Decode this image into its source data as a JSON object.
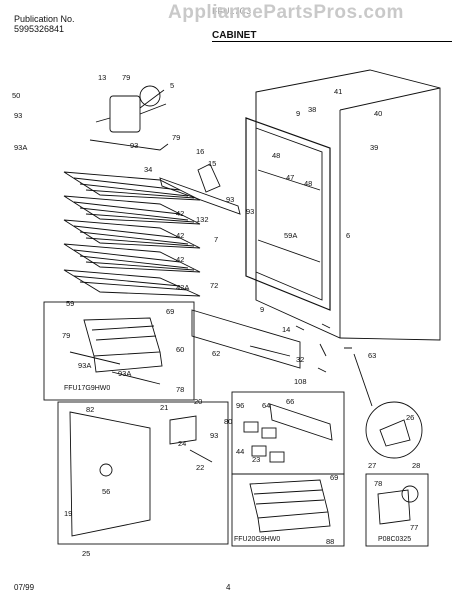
{
  "header": {
    "publication_label": "Publication No.",
    "publication_number": "5995326841",
    "model_partial": "FFU17C3",
    "watermark": "AppliancePartsPros.com",
    "section": "CABINET"
  },
  "callouts": [
    "50",
    "13",
    "79",
    "5",
    "93",
    "93A",
    "79",
    "93",
    "9",
    "38",
    "41",
    "40",
    "39",
    "48",
    "47",
    "48",
    "16",
    "15",
    "34",
    "42",
    "93",
    "93",
    "7",
    "132",
    "42",
    "42",
    "42A",
    "72",
    "59A",
    "6",
    "9",
    "59",
    "69",
    "79",
    "60",
    "93A",
    "93A",
    "78",
    "14",
    "32",
    "63",
    "108",
    "62",
    "82",
    "21",
    "20",
    "80",
    "93",
    "24",
    "22",
    "96",
    "64",
    "66",
    "44",
    "23",
    "56",
    "19",
    "25",
    "69",
    "88",
    "26",
    "27",
    "28",
    "78",
    "77"
  ],
  "subassembly_labels": {
    "upper_basket": "FFU17G9HW0",
    "lower_basket": "FFU20G9HW0",
    "inset_code": "P08C0325"
  },
  "footer": {
    "date": "07/99",
    "page": "4"
  }
}
